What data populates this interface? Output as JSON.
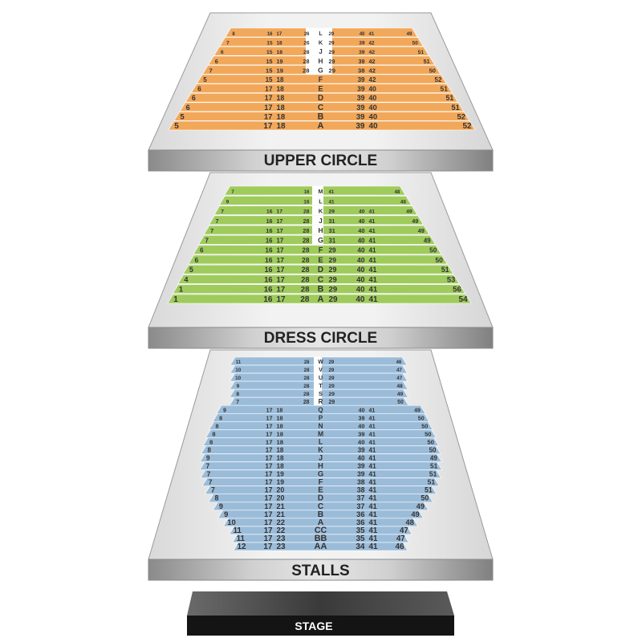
{
  "levels": [
    {
      "key": "upper",
      "label": "UPPER CIRCLE",
      "color": "#f2a85a",
      "aisle_color": "#ffffff",
      "rows": [
        {
          "row": "L",
          "items": [
            "8",
            "16",
            "17",
            "26",
            "29",
            "40",
            "41",
            "49"
          ]
        },
        {
          "row": "K",
          "items": [
            "7",
            "15",
            "18",
            "26",
            "29",
            "39",
            "42",
            "50"
          ]
        },
        {
          "row": "J",
          "items": [
            "6",
            "15",
            "18",
            "28",
            "29",
            "39",
            "42",
            "51"
          ]
        },
        {
          "row": "H",
          "items": [
            "6",
            "15",
            "19",
            "28",
            "29",
            "39",
            "42",
            "51"
          ]
        },
        {
          "row": "G",
          "items": [
            "7",
            "15",
            "19",
            "28",
            "29",
            "38",
            "42",
            "50"
          ]
        },
        {
          "row": "F",
          "items": [
            "5",
            "15",
            "18",
            "39",
            "42",
            "52"
          ]
        },
        {
          "row": "E",
          "items": [
            "6",
            "17",
            "18",
            "39",
            "40",
            "51"
          ]
        },
        {
          "row": "D",
          "items": [
            "6",
            "17",
            "18",
            "39",
            "40",
            "51"
          ]
        },
        {
          "row": "C",
          "items": [
            "6",
            "17",
            "18",
            "39",
            "40",
            "51"
          ]
        },
        {
          "row": "B",
          "items": [
            "5",
            "17",
            "18",
            "39",
            "40",
            "52"
          ]
        },
        {
          "row": "A",
          "items": [
            "5",
            "17",
            "18",
            "39",
            "40",
            "52"
          ]
        }
      ]
    },
    {
      "key": "dress",
      "label": "DRESS CIRCLE",
      "color": "#9fcb5c",
      "aisle_color": "#ffffff",
      "rows": [
        {
          "row": "M",
          "items": [
            "7",
            "16",
            "41",
            "48"
          ]
        },
        {
          "row": "L",
          "items": [
            "9",
            "16",
            "41",
            "46"
          ]
        },
        {
          "row": "K",
          "items": [
            "7",
            "16",
            "17",
            "28",
            "29",
            "40",
            "41",
            "49"
          ]
        },
        {
          "row": "J",
          "items": [
            "7",
            "16",
            "17",
            "28",
            "31",
            "40",
            "41",
            "49"
          ]
        },
        {
          "row": "H",
          "items": [
            "7",
            "16",
            "17",
            "28",
            "31",
            "40",
            "41",
            "49"
          ]
        },
        {
          "row": "G",
          "items": [
            "7",
            "16",
            "17",
            "28",
            "31",
            "40",
            "41",
            "49"
          ]
        },
        {
          "row": "F",
          "items": [
            "6",
            "16",
            "17",
            "28",
            "29",
            "40",
            "41",
            "50"
          ]
        },
        {
          "row": "E",
          "items": [
            "6",
            "16",
            "17",
            "28",
            "29",
            "40",
            "41",
            "50"
          ]
        },
        {
          "row": "D",
          "items": [
            "5",
            "16",
            "17",
            "28",
            "29",
            "40",
            "41",
            "51"
          ]
        },
        {
          "row": "C",
          "items": [
            "4",
            "16",
            "17",
            "28",
            "29",
            "40",
            "41",
            "53"
          ]
        },
        {
          "row": "B",
          "items": [
            "1",
            "16",
            "17",
            "28",
            "29",
            "40",
            "41",
            "56"
          ]
        },
        {
          "row": "A",
          "items": [
            "1",
            "16",
            "17",
            "28",
            "29",
            "40",
            "41",
            "54"
          ]
        }
      ]
    },
    {
      "key": "stalls",
      "label": "STALLS",
      "color": "#9bbcd9",
      "aisle_color": "#ffffff",
      "rows": [
        {
          "row": "W",
          "items": [
            "11",
            "28",
            "29",
            "46"
          ]
        },
        {
          "row": "V",
          "items": [
            "10",
            "28",
            "29",
            "47"
          ]
        },
        {
          "row": "U",
          "items": [
            "10",
            "28",
            "29",
            "47"
          ]
        },
        {
          "row": "T",
          "items": [
            "9",
            "28",
            "29",
            "48"
          ]
        },
        {
          "row": "S",
          "items": [
            "8",
            "28",
            "29",
            "49"
          ]
        },
        {
          "row": "R",
          "items": [
            "7",
            "28",
            "29",
            "50"
          ]
        },
        {
          "row": "Q",
          "items": [
            "9",
            "17",
            "18",
            "40",
            "41",
            "49"
          ]
        },
        {
          "row": "P",
          "items": [
            "8",
            "17",
            "18",
            "39",
            "41",
            "50"
          ]
        },
        {
          "row": "N",
          "items": [
            "8",
            "17",
            "18",
            "40",
            "41",
            "50"
          ]
        },
        {
          "row": "M",
          "items": [
            "8",
            "17",
            "18",
            "39",
            "41",
            "50"
          ]
        },
        {
          "row": "L",
          "items": [
            "8",
            "17",
            "18",
            "40",
            "41",
            "50"
          ]
        },
        {
          "row": "K",
          "items": [
            "8",
            "17",
            "18",
            "39",
            "41",
            "50"
          ]
        },
        {
          "row": "J",
          "items": [
            "9",
            "17",
            "18",
            "40",
            "41",
            "49"
          ]
        },
        {
          "row": "H",
          "items": [
            "7",
            "17",
            "18",
            "39",
            "41",
            "51"
          ]
        },
        {
          "row": "G",
          "items": [
            "7",
            "17",
            "19",
            "39",
            "41",
            "51"
          ]
        },
        {
          "row": "F",
          "items": [
            "7",
            "17",
            "19",
            "38",
            "41",
            "51"
          ]
        },
        {
          "row": "E",
          "items": [
            "7",
            "17",
            "20",
            "38",
            "41",
            "51"
          ]
        },
        {
          "row": "D",
          "items": [
            "8",
            "17",
            "20",
            "37",
            "41",
            "50"
          ]
        },
        {
          "row": "C",
          "items": [
            "9",
            "17",
            "21",
            "37",
            "41",
            "49"
          ]
        },
        {
          "row": "B",
          "items": [
            "9",
            "17",
            "21",
            "36",
            "41",
            "49"
          ]
        },
        {
          "row": "A",
          "items": [
            "10",
            "17",
            "22",
            "36",
            "41",
            "48"
          ]
        },
        {
          "row": "CC",
          "items": [
            "11",
            "17",
            "22",
            "35",
            "41",
            "47"
          ]
        },
        {
          "row": "BB",
          "items": [
            "11",
            "17",
            "23",
            "35",
            "41",
            "47"
          ]
        },
        {
          "row": "AA",
          "items": [
            "12",
            "17",
            "23",
            "34",
            "41",
            "46"
          ]
        }
      ]
    }
  ],
  "stage": {
    "label": "STAGE",
    "color": "#1c1c1c"
  }
}
